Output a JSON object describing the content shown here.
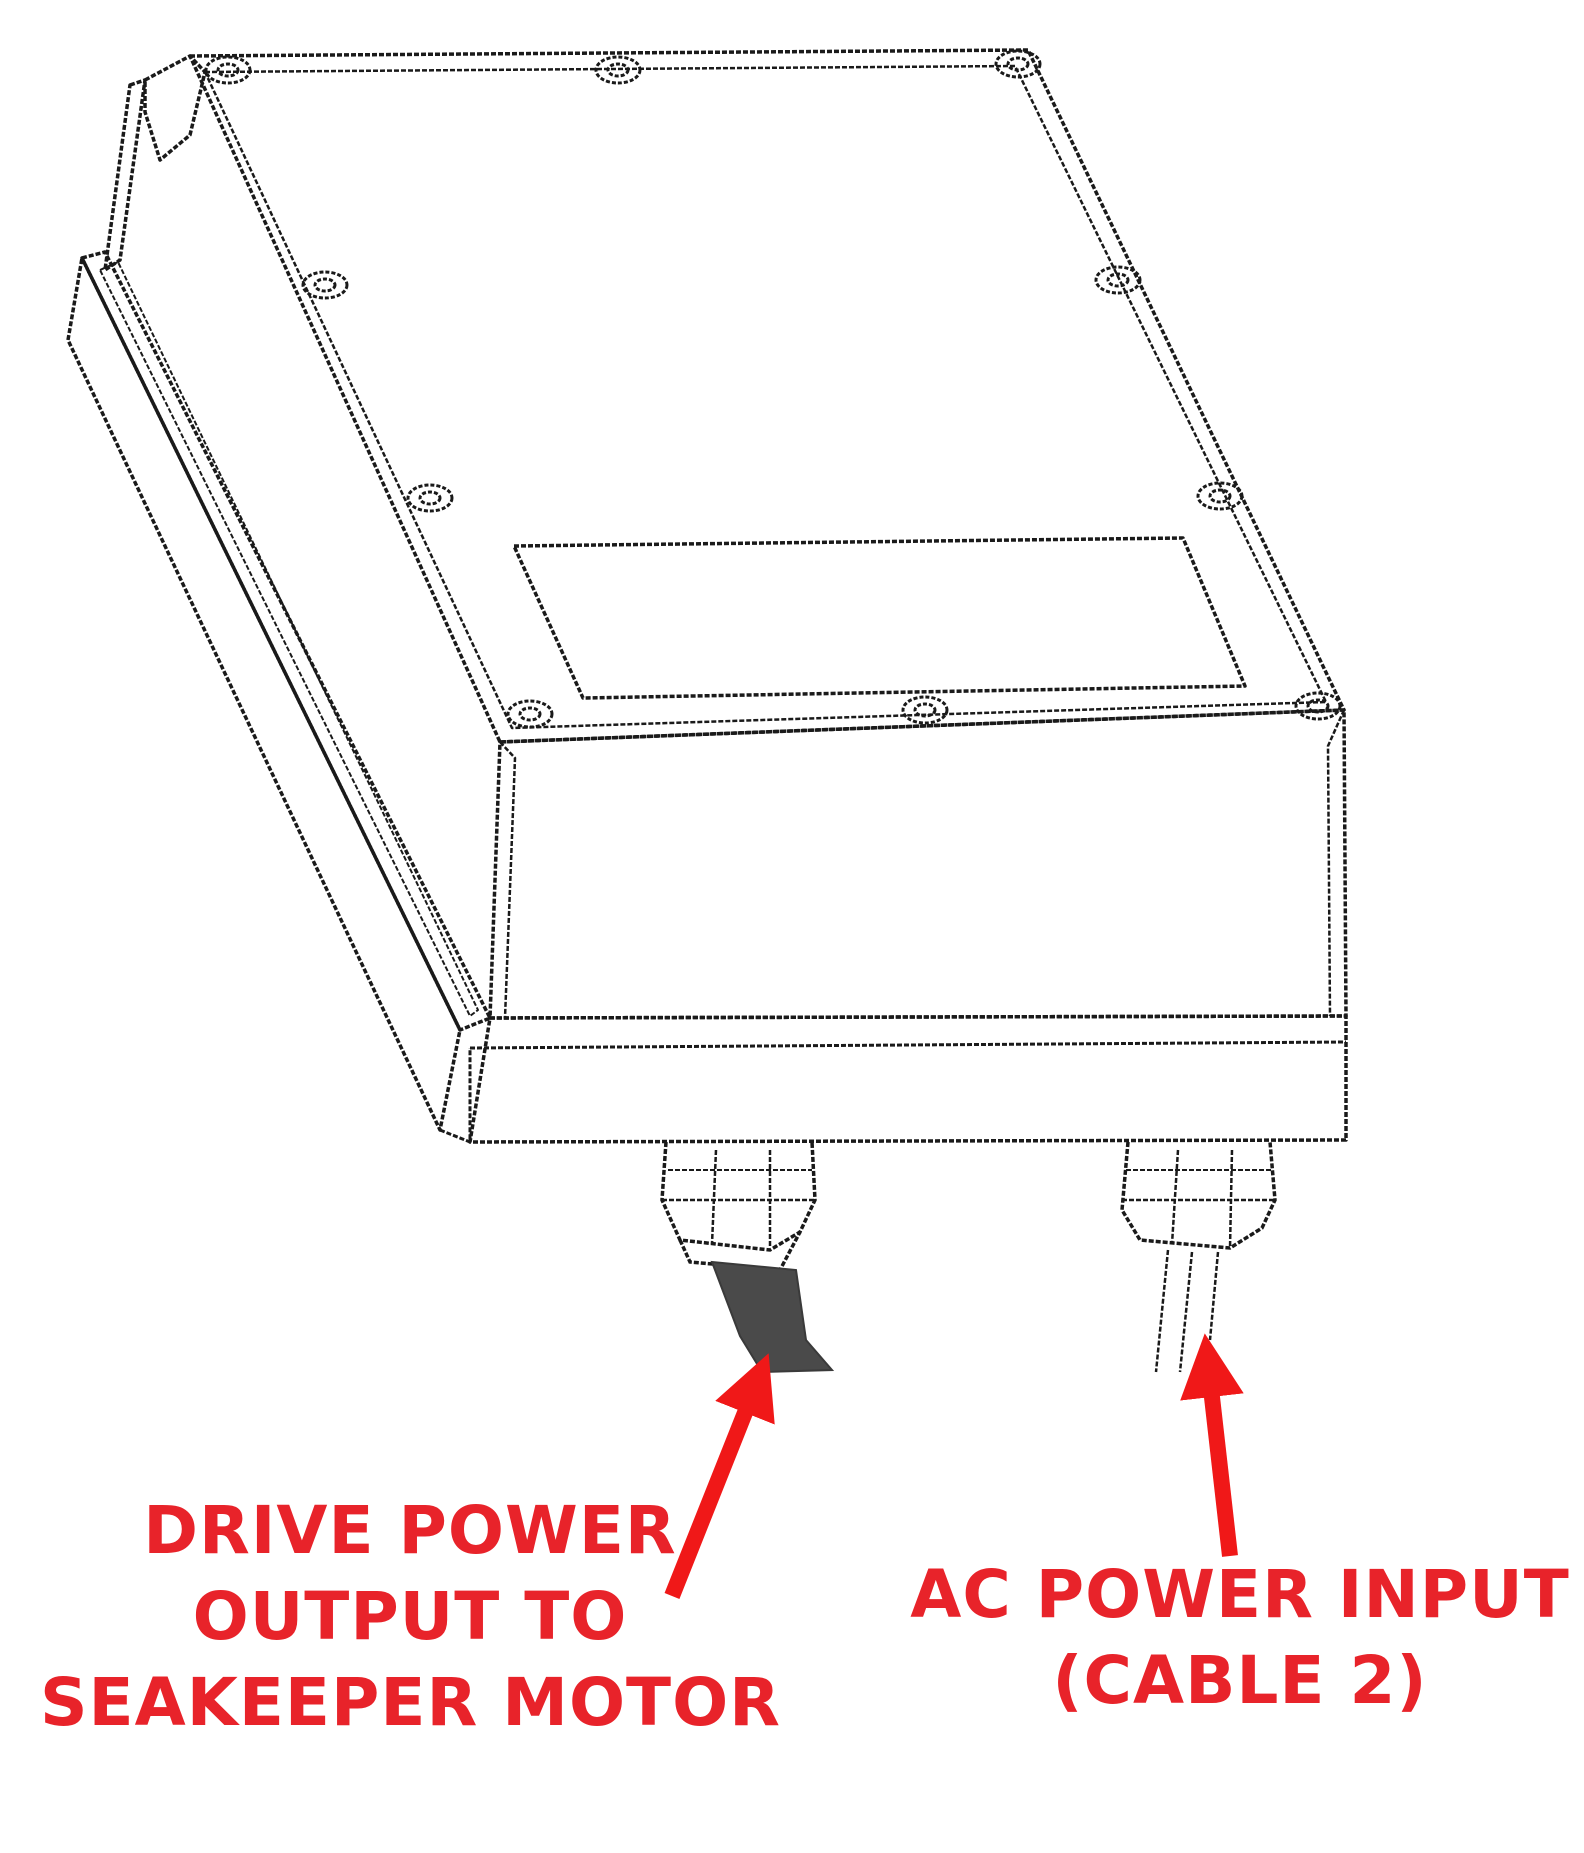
{
  "diagram": {
    "labels": {
      "drive_output": {
        "line1": "DRIVE POWER",
        "line2": "OUTPUT TO",
        "line3": "SEAKEEPER MOTOR"
      },
      "ac_input": {
        "line1": "AC POWER INPUT",
        "line2": "(CABLE 2)"
      }
    }
  },
  "colors": {
    "arrow": "#f01818",
    "label": "#e8232a",
    "outline": "#1a1a1a",
    "drive_cable": "#4a4a4a",
    "background": "#ffffff"
  }
}
